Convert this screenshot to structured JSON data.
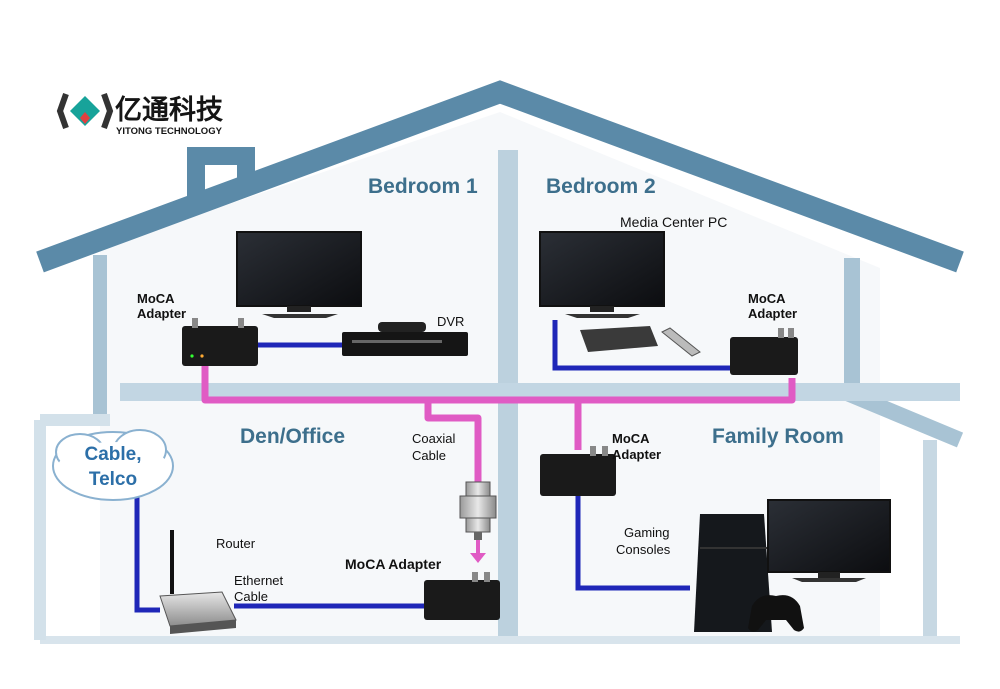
{
  "logo": {
    "name_cn": "亿通科技",
    "name_en": "YITONG TECHNOLOGY"
  },
  "rooms": {
    "bedroom1": "Bedroom 1",
    "bedroom2": "Bedroom 2",
    "den": "Den/Office",
    "family": "Family Room"
  },
  "devices": {
    "moca_b1_line1": "MoCA",
    "moca_b1_line2": "Adapter",
    "moca_b2_line1": "MoCA",
    "moca_b2_line2": "Adapter",
    "moca_fr_line1": "MoCA",
    "moca_fr_line2": "Adapter",
    "moca_den": "MoCA Adapter",
    "dvr": "DVR",
    "media_center": "Media Center PC",
    "router": "Router",
    "ethernet_line1": "Ethernet",
    "ethernet_line2": "Cable",
    "coax_line1": "Coaxial",
    "coax_line2": "Cable",
    "gaming_line1": "Gaming",
    "gaming_line2": "Consoles",
    "cable_line1": "Cable,",
    "cable_line2": "Telco"
  },
  "colors": {
    "house_outline": "#5b8aa8",
    "house_fill": "#ffffff",
    "room_fill": "#fbf9f7",
    "coax": "#e05bc4",
    "ethernet": "#1f27b8",
    "room_label": "#3d6f8c",
    "cloud_text": "#2c6fa8"
  }
}
